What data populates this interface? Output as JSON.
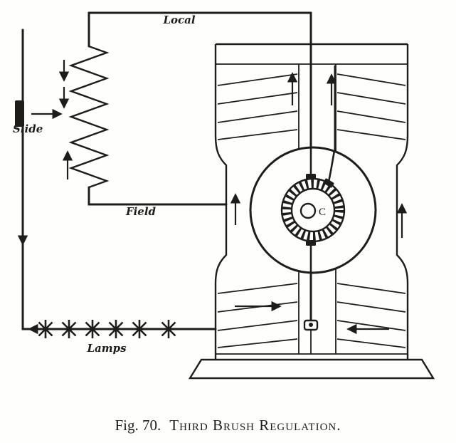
{
  "figure": {
    "caption": {
      "prefix": "Fig. 70.",
      "title": "Third Brush Regulation."
    },
    "wire_labels": {
      "local": "Local",
      "slide": "Slide",
      "field": "Field",
      "lamps": "Lamps"
    },
    "armature_center_label": "C",
    "lamps": {
      "count": 6,
      "symbol": "asterisk-star-lamp"
    },
    "colors": {
      "ink": "#1f1d1a",
      "paper": "#fefefd"
    }
  }
}
